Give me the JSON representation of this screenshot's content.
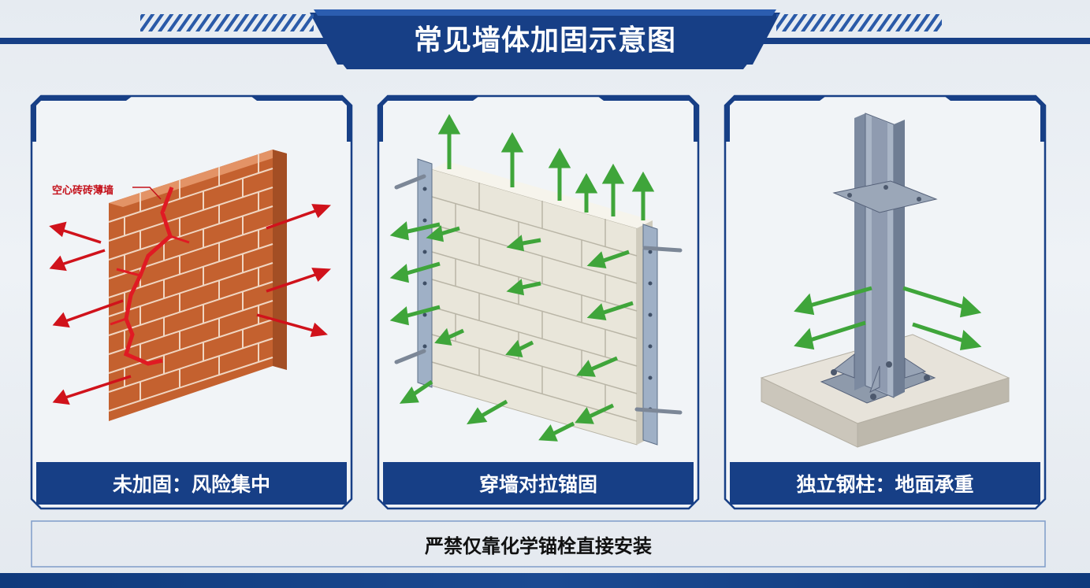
{
  "title": "常见墙体加固示意图",
  "panels": [
    {
      "label": "未加固：风险集中",
      "callout": "空心砖砖薄墙"
    },
    {
      "label": "穿墙对拉锚固"
    },
    {
      "label": "独立钢柱：地面承重"
    }
  ],
  "footer": "严禁仅靠化学锚栓直接安装",
  "colors": {
    "navy": "#173f86",
    "red_arrow": "#d0121b",
    "green_arrow": "#3fa53a",
    "brick": "#d4703f"
  }
}
